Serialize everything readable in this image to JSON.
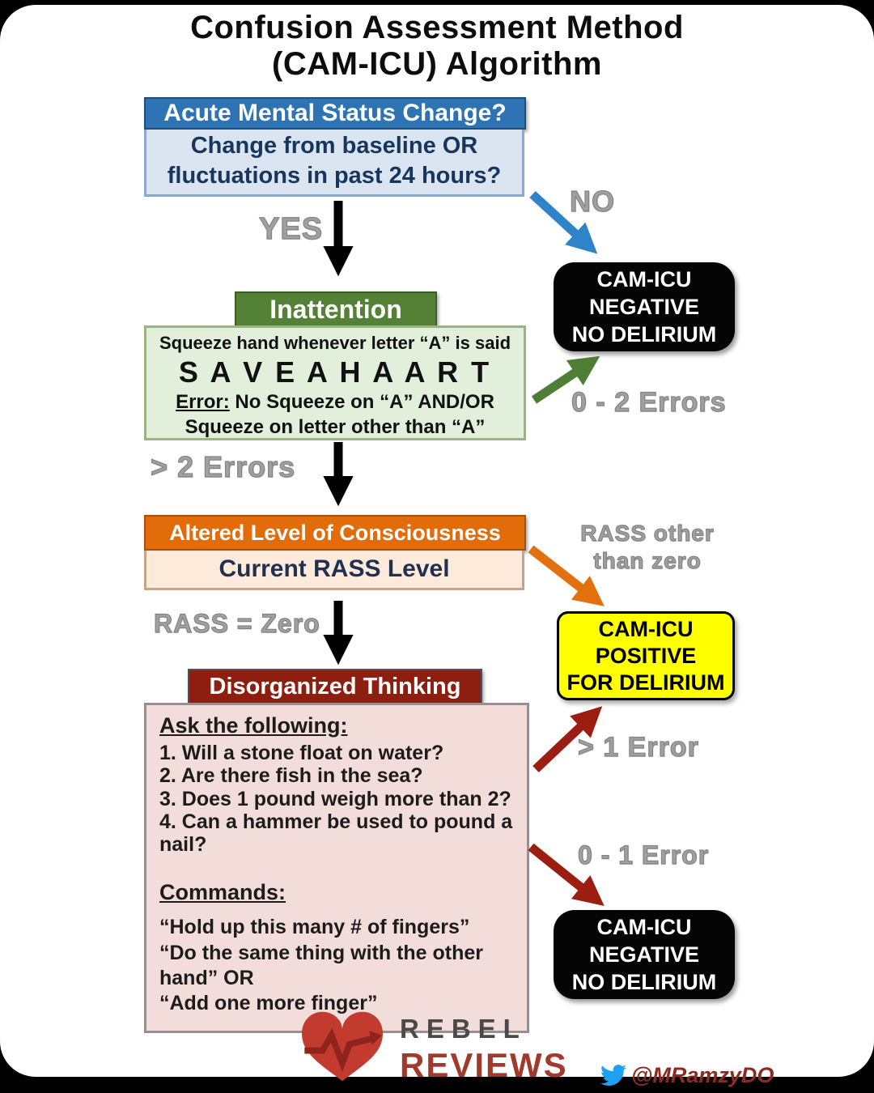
{
  "title": {
    "line1": "Confusion Assessment Method",
    "line2": "(CAM-ICU) Algorithm"
  },
  "steps": {
    "mental_status": {
      "header": "Acute Mental Status Change?",
      "body_line1": "Change from baseline OR",
      "body_line2": "fluctuations in past 24 hours?"
    },
    "inattention": {
      "header": "Inattention",
      "instruction": "Squeeze hand whenever letter “A” is said",
      "letters": "S A V E A H A A R T",
      "error_label": "Error:",
      "error_line1": " No Squeeze on “A” AND/OR",
      "error_line2": "Squeeze on letter other than “A”"
    },
    "consciousness": {
      "header": "Altered Level of Consciousness",
      "body": "Current RASS Level"
    },
    "thinking": {
      "header": "Disorganized Thinking",
      "ask_heading": "Ask the following:",
      "questions": [
        "1. Will a stone float on water?",
        "2. Are there fish in the sea?",
        "3. Does 1 pound weigh more than 2?",
        "4. Can a hammer be used to pound a nail?"
      ],
      "commands_heading": "Commands:",
      "commands": [
        "“Hold up this many # of fingers”",
        "“Do the same thing with the other hand” OR",
        "“Add one more finger”"
      ]
    }
  },
  "branch_labels": {
    "yes": "YES",
    "no": "NO",
    "errors_0_2": "0 - 2 Errors",
    "errors_gt_2": "> 2 Errors",
    "rass_other_line1": "RASS other",
    "rass_other_line2": "than zero",
    "rass_zero": "RASS = Zero",
    "error_gt_1": "> 1 Error",
    "error_0_1": "0 - 1 Error"
  },
  "outcomes": {
    "negative_top": {
      "lines": [
        "CAM-ICU",
        "NEGATIVE",
        "NO DELIRIUM"
      ]
    },
    "positive": {
      "lines": [
        "CAM-ICU",
        "POSITIVE",
        "FOR DELIRIUM"
      ]
    },
    "negative_bottom": {
      "lines": [
        "CAM-ICU",
        "NEGATIVE",
        "NO DELIRIUM"
      ]
    }
  },
  "footer": {
    "brand_line1": "REBEL",
    "brand_line2": "REVIEWS",
    "twitter_handle": "@MRamzyDO"
  },
  "colors": {
    "step1_header": "#2e74b5",
    "step1_body": "#dbe5f1",
    "step2_header": "#538135",
    "step2_body": "#e2efda",
    "step3_header": "#e26b0a",
    "step3_body": "#fdeada",
    "step4_header": "#8e1f10",
    "step4_body": "#f2dddb",
    "negative_bg": "#000000",
    "positive_bg": "#ffff00",
    "arrow_black": "#000000",
    "arrow_no": "#2e83c9",
    "arrow_inattention": "#4e7e34",
    "arrow_rass": "#e2700c",
    "arrow_thinking": "#9c1e10",
    "twitter_blue": "#1da1f2",
    "brand_red": "#a03a2c"
  }
}
